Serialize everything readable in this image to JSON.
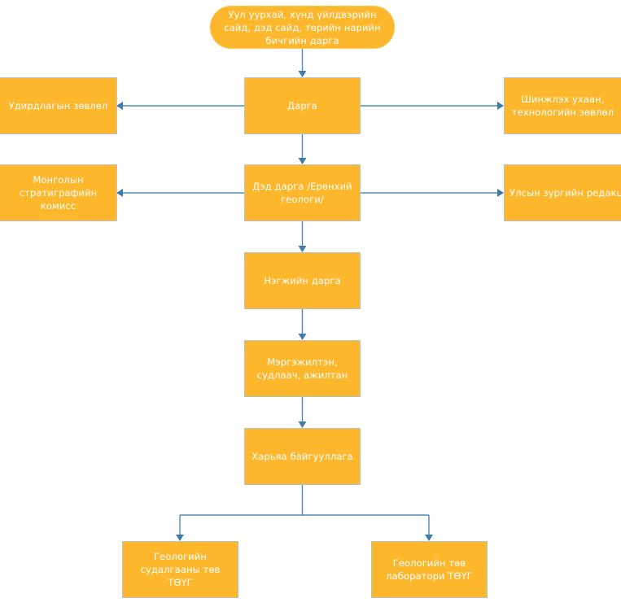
{
  "chart_data": {
    "type": "diagram",
    "title": "",
    "subtitle": "",
    "diagram_kind": "organizational-flowchart",
    "language": "mn",
    "colors": {
      "node_fill": "#FCB72D",
      "node_border": "#B9C3CC",
      "node_text": "#FFFFFF",
      "connector": "#4E8AB8",
      "arrowhead": "#3F7CAD",
      "background": "#FFFFFF"
    },
    "nodes": [
      {
        "id": "minister",
        "label": "Уул уурхай, хүнд үйлдвэрийн сайд, дэд сайд, төрийн нарийн бичгийн дарга",
        "shape": "pill",
        "level": 0,
        "column": "center"
      },
      {
        "id": "director",
        "label": "Дарга",
        "shape": "rectangle",
        "level": 1,
        "column": "center"
      },
      {
        "id": "mgmt-council",
        "label": "Удирдлагын зөвлөл",
        "shape": "rectangle",
        "level": 1,
        "column": "left"
      },
      {
        "id": "sci-council",
        "label": "Шинжлэх ухаан, технологийн зөвлөл",
        "shape": "rectangle",
        "level": 1,
        "column": "right"
      },
      {
        "id": "deputy",
        "label": "Дэд дарга /Ерөнхий геологи/",
        "shape": "rectangle",
        "level": 2,
        "column": "center"
      },
      {
        "id": "strat-commis",
        "label": "Монголын стратиграфийн комисс",
        "shape": "rectangle",
        "level": 2,
        "column": "left"
      },
      {
        "id": "map-editorial",
        "label": "Улсын зургийн редакц",
        "shape": "rectangle",
        "level": 2,
        "column": "right"
      },
      {
        "id": "unit-head",
        "label": "Нэгжийн дарга",
        "shape": "rectangle",
        "level": 3,
        "column": "center"
      },
      {
        "id": "specialists",
        "label": "Мэргэжилтэн, судлаач, ажилтан",
        "shape": "rectangle",
        "level": 4,
        "column": "center"
      },
      {
        "id": "subordinate",
        "label": "Харьяа байгууллага",
        "shape": "rectangle",
        "level": 5,
        "column": "center"
      },
      {
        "id": "geo-research",
        "label": "Геологийн судалгааны төв ТӨҮГ",
        "shape": "rectangle",
        "level": 6,
        "column": "left"
      },
      {
        "id": "geo-lab",
        "label": "Геологийн төв лаборатори ТӨҮГ",
        "shape": "rectangle",
        "level": 6,
        "column": "right"
      }
    ],
    "edges": [
      {
        "from": "minister",
        "to": "director",
        "arrow": "down"
      },
      {
        "from": "director",
        "to": "mgmt-council",
        "arrow": "left"
      },
      {
        "from": "director",
        "to": "sci-council",
        "arrow": "right"
      },
      {
        "from": "director",
        "to": "deputy",
        "arrow": "down"
      },
      {
        "from": "deputy",
        "to": "strat-commis",
        "arrow": "left"
      },
      {
        "from": "deputy",
        "to": "map-editorial",
        "arrow": "right"
      },
      {
        "from": "deputy",
        "to": "unit-head",
        "arrow": "down"
      },
      {
        "from": "unit-head",
        "to": "specialists",
        "arrow": "down"
      },
      {
        "from": "specialists",
        "to": "subordinate",
        "arrow": "down"
      },
      {
        "from": "subordinate",
        "to": "geo-research",
        "arrow": "down"
      },
      {
        "from": "subordinate",
        "to": "geo-lab",
        "arrow": "down"
      }
    ]
  },
  "nodes": {
    "minister": {
      "label": "Уул уурхай, хүнд үйлдвэрийн сайд, дэд сайд, төрийн нарийн бичгийн дарга"
    },
    "director": {
      "label": "Дарга"
    },
    "mgmt_council": {
      "label": "Удирдлагын зөвлөл"
    },
    "sci_council": {
      "label": "Шинжлэх ухаан, технологийн зөвлөл"
    },
    "deputy": {
      "label": "Дэд дарга /Ерөнхий геологи/"
    },
    "strat_commis": {
      "label": "Монголын стратиграфийн комисс"
    },
    "map_editorial": {
      "label": "Улсын зургийн редакц"
    },
    "unit_head": {
      "label": "Нэгжийн дарга"
    },
    "specialists": {
      "label": "Мэргэжилтэн, судлаач, ажилтан"
    },
    "subordinate": {
      "label": "Харьяа байгууллага"
    },
    "geo_research": {
      "label": "Геологийн судалгааны төв ТӨҮГ"
    },
    "geo_lab": {
      "label": "Геологийн төв лаборатори ТӨҮГ"
    }
  }
}
